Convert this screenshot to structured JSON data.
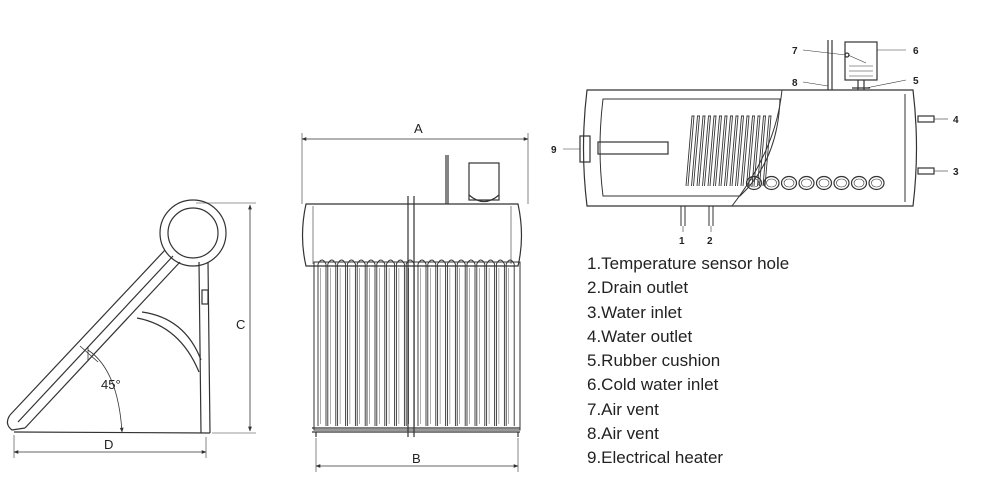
{
  "dimension_labels": {
    "a": "A",
    "b": "B",
    "c": "C",
    "d": "D",
    "angle": "45°"
  },
  "part_numbers": [
    "1",
    "2",
    "3",
    "4",
    "5",
    "6",
    "7",
    "8",
    "9"
  ],
  "legend": [
    "1.Temperature sensor hole",
    "2.Drain outlet",
    "3.Water inlet",
    "4.Water outlet",
    "5.Rubber cushion",
    "6.Cold water inlet",
    "7.Air vent",
    "8.Air vent",
    "9.Electrical heater"
  ],
  "colors": {
    "line": "#333333",
    "legend_text": "#222222"
  }
}
